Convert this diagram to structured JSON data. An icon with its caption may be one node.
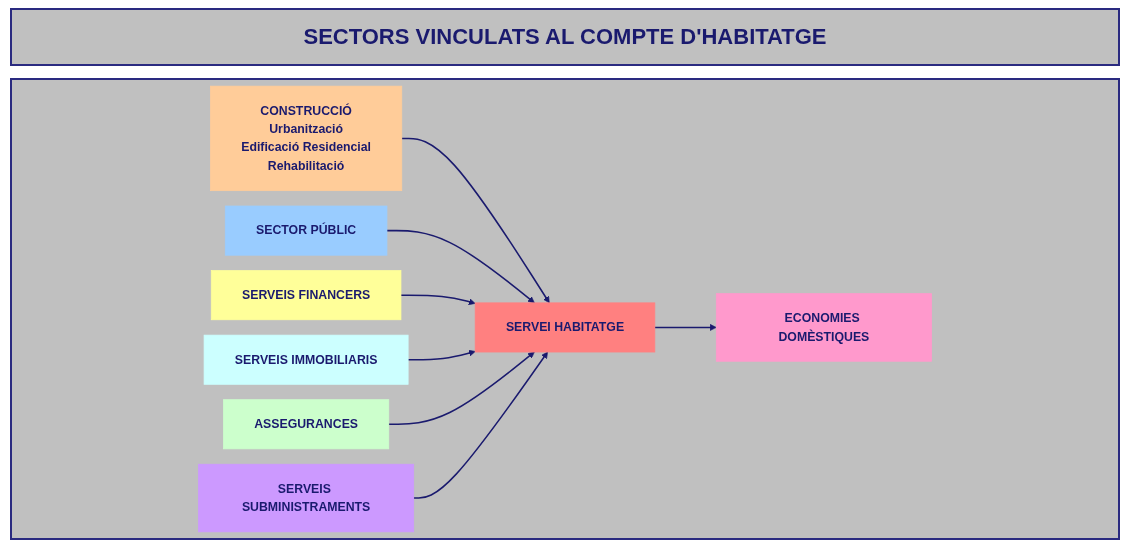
{
  "diagram": {
    "title": "SECTORS VINCULATS AL COMPTE D'HABITATGE",
    "nodes": [
      {
        "text": [
          "CONSTRUCCIÓ",
          "Urbanització",
          "Edificació Residencial",
          "Rehabilitació"
        ]
      },
      {
        "text": [
          "SERVEIS FINANCERS"
        ]
      },
      {
        "text": [
          "SERVEIS IMMOBILIARIS"
        ]
      },
      {
        "text": [
          "ASSEGURANCES"
        ]
      },
      {
        "text": [
          "SERVEIS SUBMINISTRAMENTS"
        ]
      },
      {
        "text": [
          "SERVEI HABITATGE"
        ]
      },
      {
        "text": [
          "SECTOR PÚBLIC"
        ]
      },
      {
        "text": [
          "ECONOMIES DOMÈSTIQUES"
        ]
      }
    ],
    "edges": [
      {
        "from": 0,
        "to": 5,
        "arrow": "to"
      },
      {
        "from": 6,
        "to": 5,
        "arrow": "to"
      },
      {
        "from": 1,
        "to": 5,
        "arrow": "to"
      },
      {
        "from": 2,
        "to": 5,
        "arrow": "to"
      },
      {
        "from": 3,
        "to": 5,
        "arrow": "to"
      },
      {
        "from": 4,
        "to": 5,
        "arrow": "to"
      },
      {
        "from": 5,
        "to": 7,
        "arrow": "to"
      }
    ]
  }
}
